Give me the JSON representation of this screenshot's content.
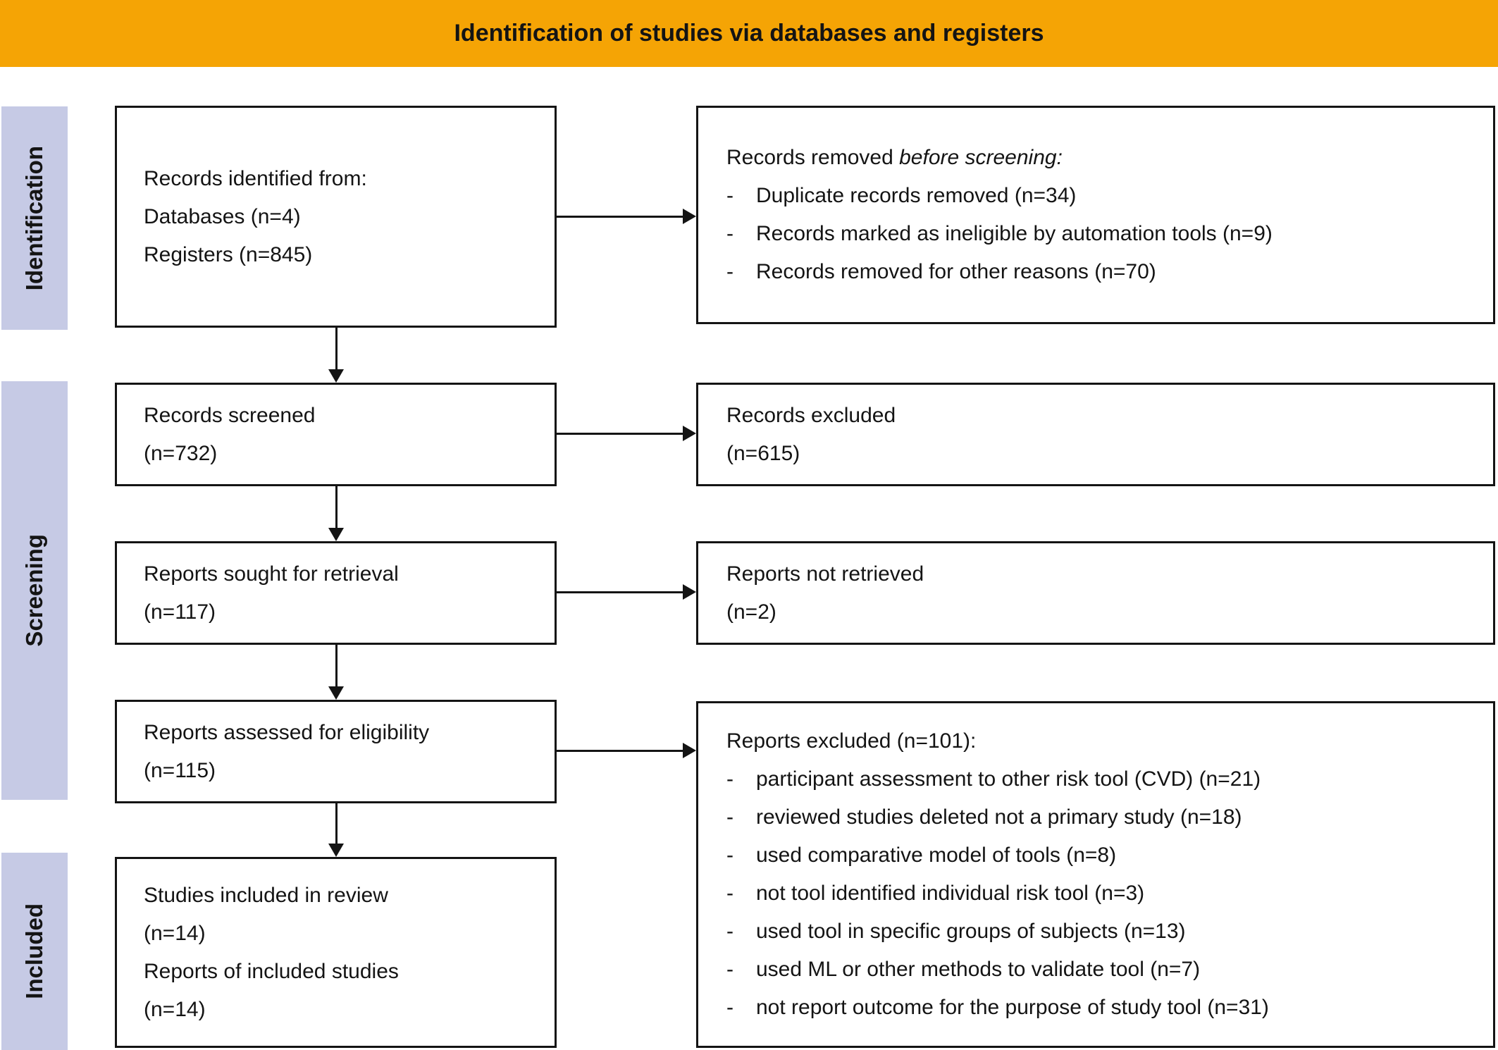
{
  "banner": {
    "title": "Identification of studies via databases and registers"
  },
  "stages": {
    "identification": "Identification",
    "screening": "Screening",
    "included": "Included"
  },
  "list_marker": "-",
  "boxes": {
    "records_identified": {
      "lines": [
        "Records identified from:",
        "Databases (n=4)",
        "Registers (n=845)"
      ]
    },
    "records_removed": {
      "title_prefix": "Records removed ",
      "title_italic": "before screening:",
      "bullets": [
        "Duplicate records removed (n=34)",
        "Records marked as ineligible by automation tools (n=9)",
        "Records removed for other reasons (n=70)"
      ]
    },
    "records_screened": {
      "lines": [
        "Records screened",
        "(n=732)"
      ]
    },
    "records_excluded": {
      "lines": [
        "Records excluded",
        "(n=615)"
      ]
    },
    "reports_sought": {
      "lines": [
        "Reports sought for retrieval",
        "(n=117)"
      ]
    },
    "reports_not_retrieved": {
      "lines": [
        "Reports not retrieved",
        "(n=2)"
      ]
    },
    "reports_assessed": {
      "lines": [
        "Reports assessed for eligibility",
        "(n=115)"
      ]
    },
    "reports_excluded": {
      "title": "Reports excluded (n=101):",
      "bullets": [
        "participant assessment to other risk tool (CVD) (n=21)",
        "reviewed studies deleted not a primary study (n=18)",
        "used comparative model of tools (n=8)",
        "not tool identified individual risk tool (n=3)",
        "used tool in specific groups of subjects (n=13)",
        "used ML or other methods to validate tool (n=7)",
        "not report outcome for the purpose of study tool (n=31)"
      ]
    },
    "studies_included": {
      "lines": [
        "Studies included in review",
        "(n=14)",
        "Reports of included studies",
        "(n=14)"
      ]
    }
  },
  "colors": {
    "banner_bg": "#F5A405",
    "stage_bg": "#C6CAE5",
    "ink": "#141414"
  }
}
